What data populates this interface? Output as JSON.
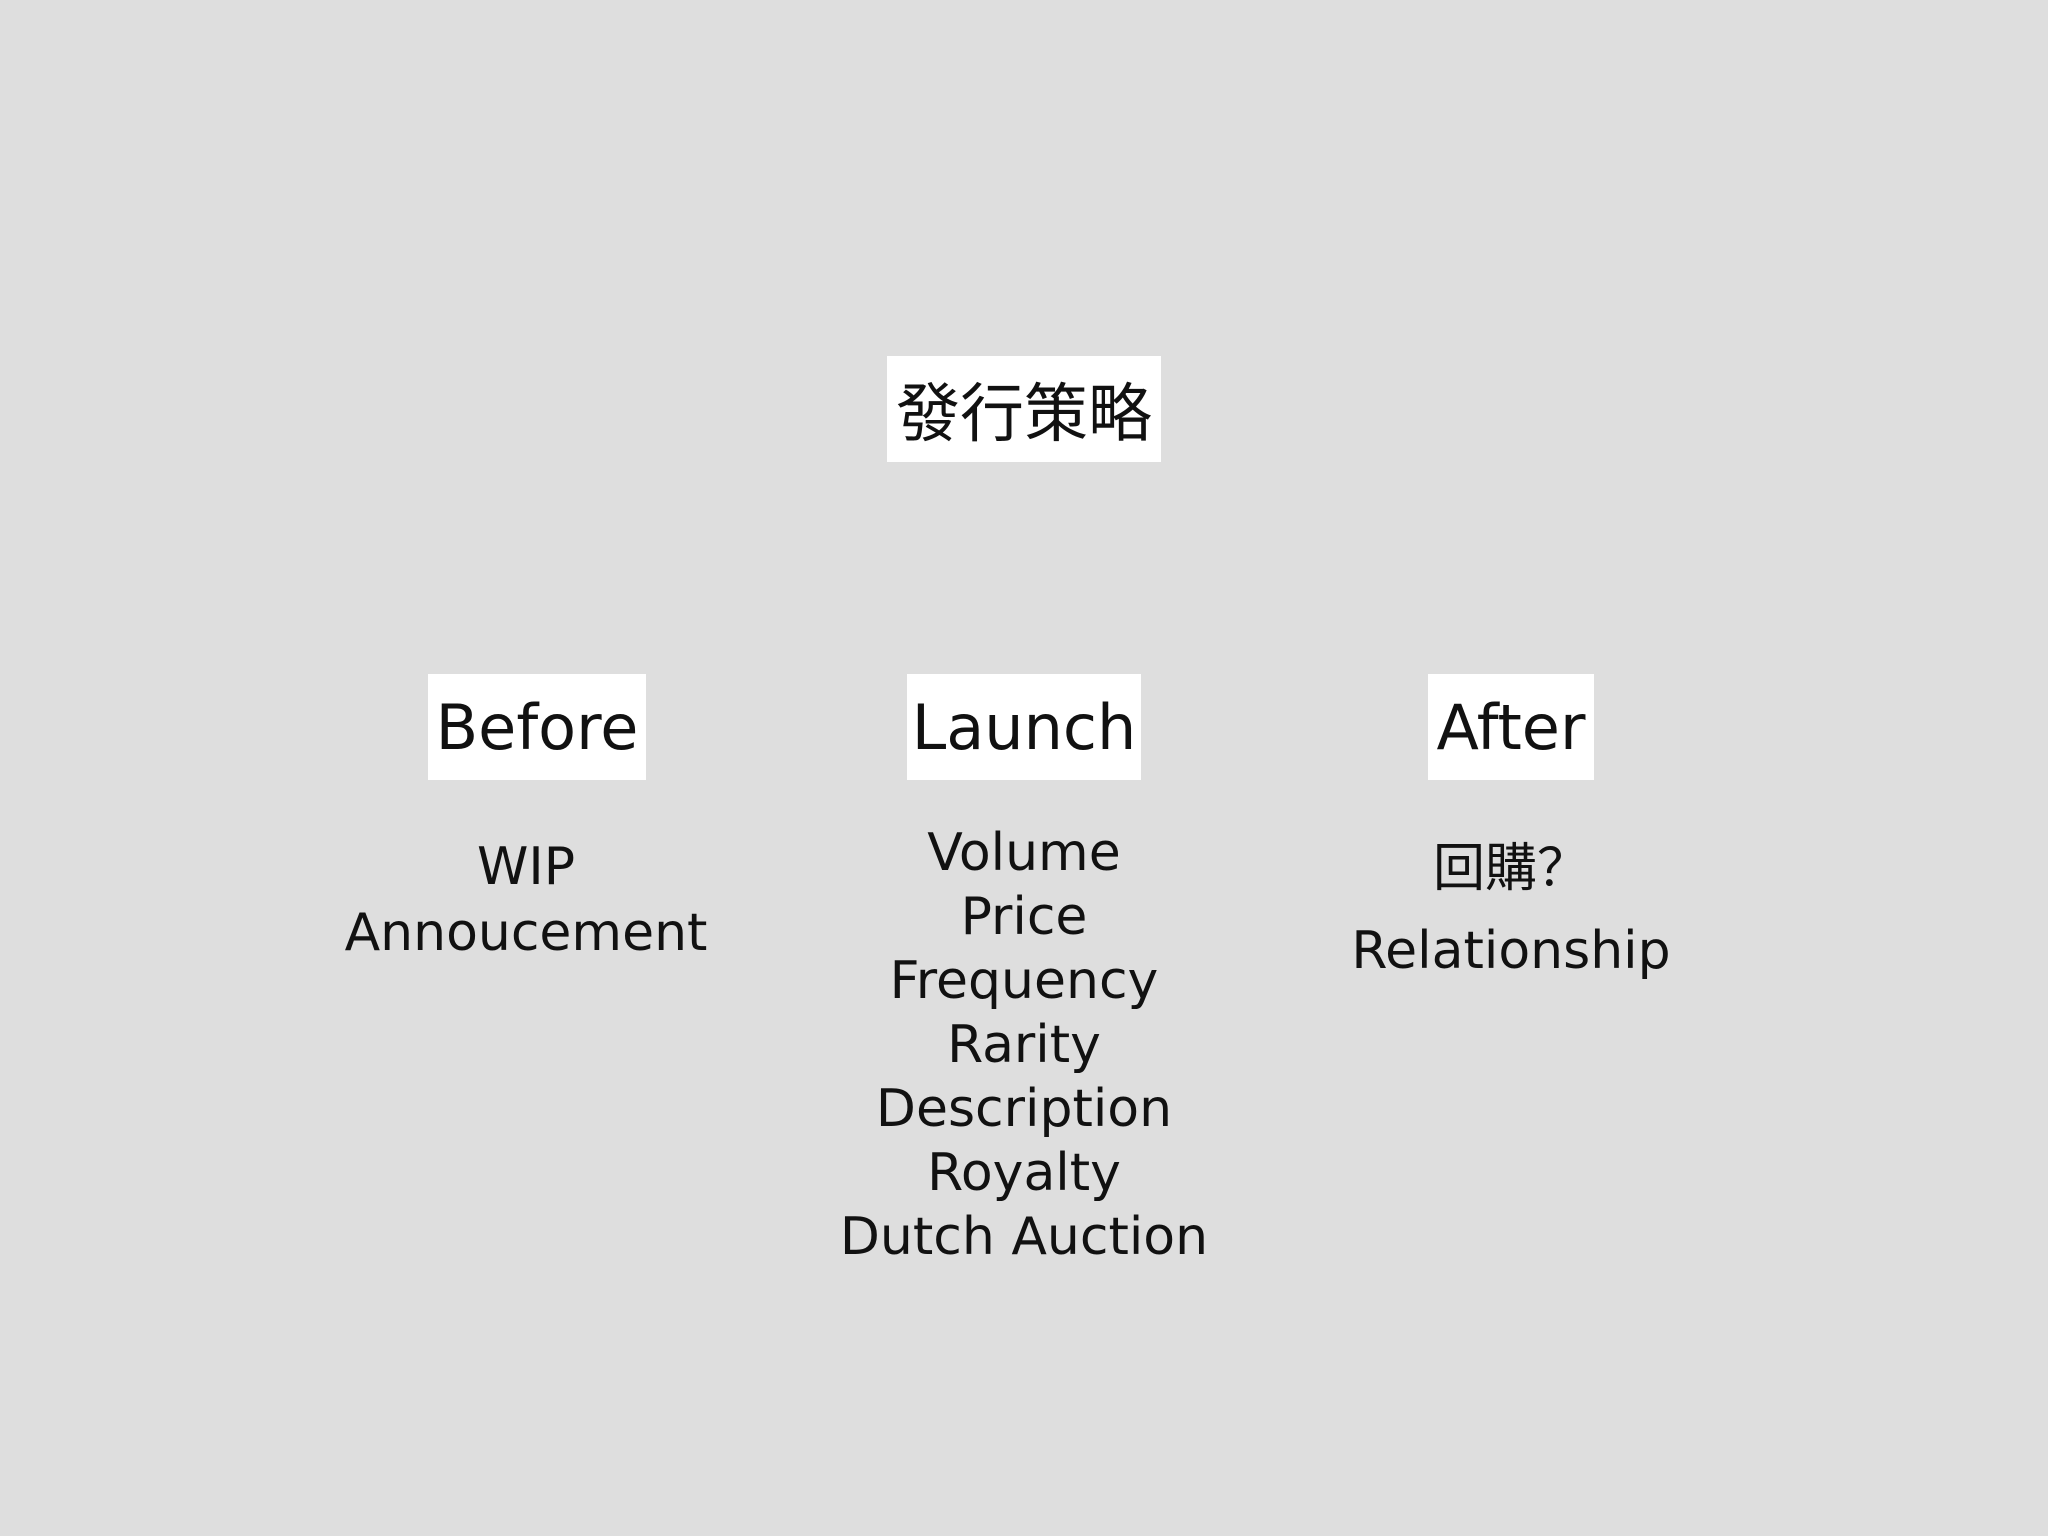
{
  "diagram": {
    "root": {
      "label": "發行策略"
    },
    "branches": [
      {
        "label": "Before",
        "items": [
          "WIP",
          "Annoucement"
        ]
      },
      {
        "label": "Launch",
        "items": [
          "Volume",
          "Price",
          "Frequency",
          "Rarity",
          "Description",
          "Royalty",
          "Dutch Auction"
        ]
      },
      {
        "label": "After",
        "items": [
          "回購？",
          "Relationship"
        ]
      }
    ]
  },
  "colors": {
    "background": "#dedede",
    "box": "#ffffff",
    "text": "#111111"
  }
}
